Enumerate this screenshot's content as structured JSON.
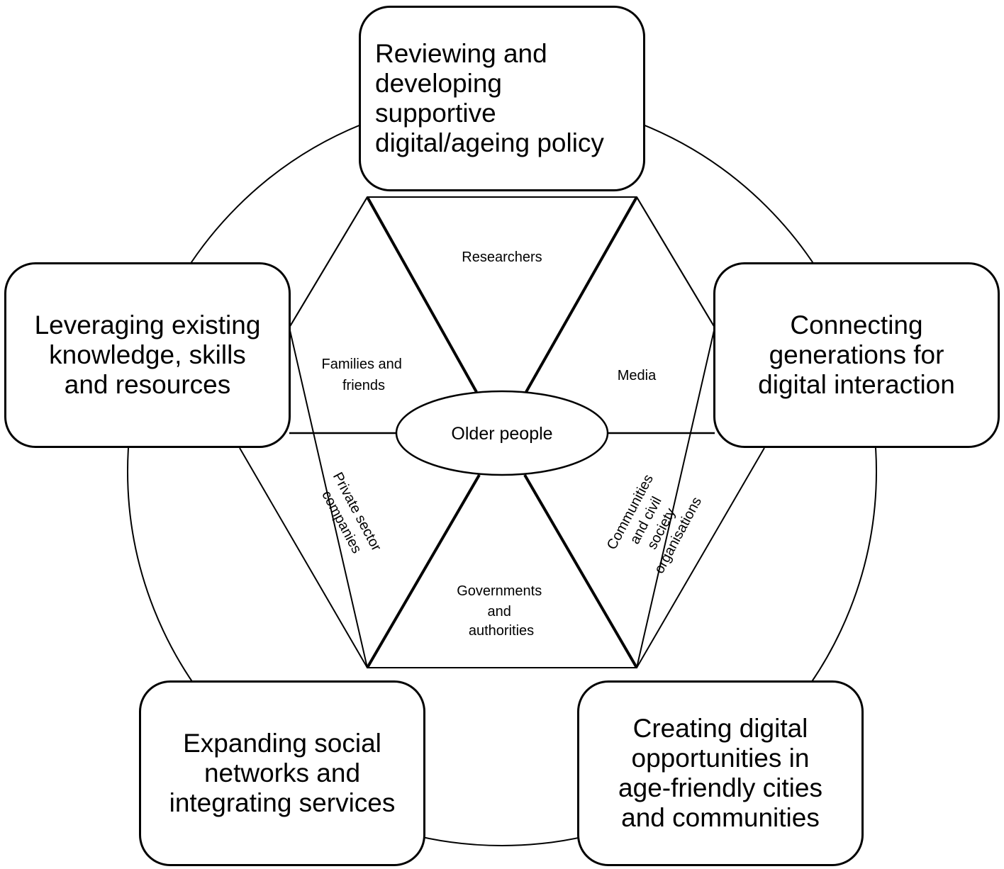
{
  "center": {
    "label": "Older people"
  },
  "sectors": {
    "top": [
      "Researchers"
    ],
    "upper_right": [
      "Media"
    ],
    "upper_left": [
      "Families and",
      "friends"
    ],
    "lower_left": [
      "Private sector",
      "companies"
    ],
    "bottom": [
      "Governments",
      "and",
      "authorities"
    ],
    "lower_right": [
      "Communities",
      "and civil",
      "society",
      "organisations"
    ]
  },
  "boxes": {
    "top": [
      "Reviewing and",
      "developing",
      "supportive",
      "digital/ageing policy"
    ],
    "left": [
      "Leveraging existing",
      "knowledge, skills",
      "and resources"
    ],
    "right": [
      "Connecting",
      "generations for",
      "digital interaction"
    ],
    "bottom_left": [
      "Expanding social",
      "networks and",
      "integrating services"
    ],
    "bottom_right": [
      "Creating digital",
      "opportunities in",
      "age-friendly cities",
      "and communities"
    ]
  }
}
